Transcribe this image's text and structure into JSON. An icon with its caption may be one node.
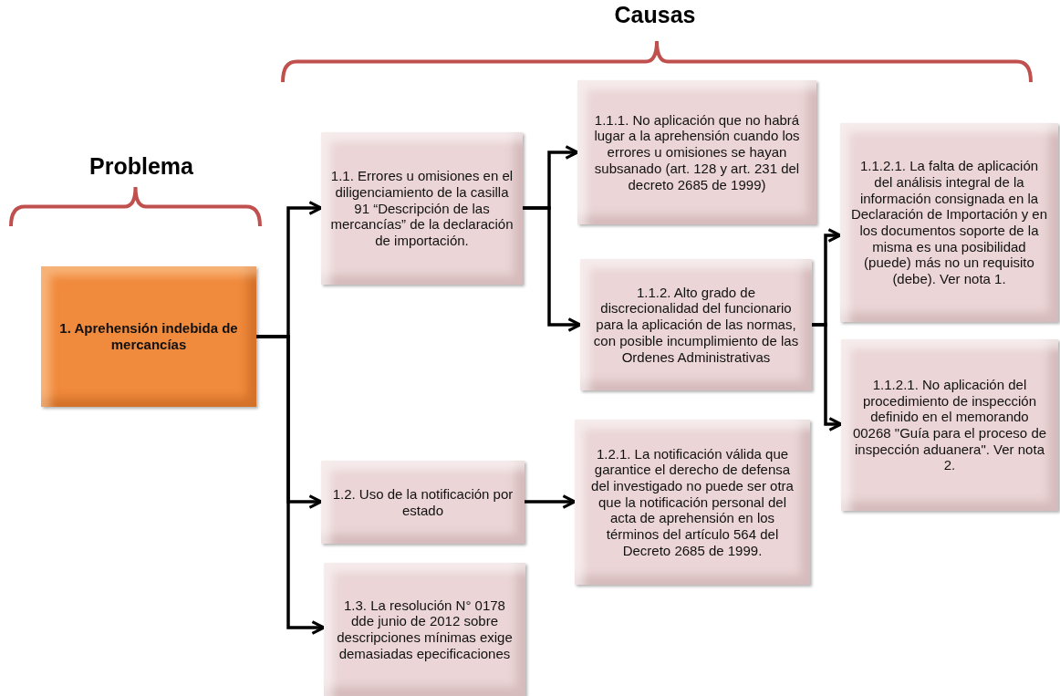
{
  "diagram": {
    "nodes": [
      {
        "text": [
          "1. Aprehensión indebida de mercancías"
        ]
      },
      {
        "text": [
          "1.1. Errores u omisiones en el diligenciamiento de la casilla 91 “Descripción de las mercancías” de la declaración de importación."
        ]
      },
      {
        "text": [
          "1.1.1. No aplicación que  no habrá lugar a la aprehensión cuando los errores u omisiones se hayan subsanado (art. 128 y art. 231 del decreto 2685 de 1999)"
        ]
      },
      {
        "text": [
          "1.1.2. Alto grado de discrecionalidad del funcionario para la aplicación de las normas, con posible incumplimiento de las Ordenes Administrativas"
        ]
      },
      {
        "text": [
          "1.1.2.1. La falta de aplicación del análisis integral de la información consignada en la Declaración de Importación y en los documentos soporte de la misma es una posibilidad (puede) más no un requisito (debe).  Ver nota 1."
        ]
      },
      {
        "text": [
          "1.1.2.1. No aplicación del procedimiento de inspección definido en el  memorando 00268 \"Guía para el proceso de inspección aduanera\". Ver nota 2."
        ]
      },
      {
        "text": [
          "1.2. Uso de la notificación por estado"
        ]
      },
      {
        "text": [
          "1.2.1. La notificación válida que garantice el derecho de defensa del investigado no puede ser otra que la notificación personal del acta de aprehensión en los términos del artículo 564 del Decreto 2685 de 1999."
        ]
      },
      {
        "text": [
          "1.3. La resolución N° 0178 dde junio de 2012 sobre descripciones mínimas exige demasiadas epecificaciones"
        ]
      }
    ],
    "edges": [
      {
        "from": 0,
        "to": 1,
        "arrow": "to"
      },
      {
        "from": 0,
        "to": 6,
        "arrow": "to"
      },
      {
        "from": 0,
        "to": 8,
        "arrow": "to"
      },
      {
        "from": 1,
        "to": 2,
        "arrow": "to"
      },
      {
        "from": 1,
        "to": 3,
        "arrow": "to"
      },
      {
        "from": 3,
        "to": 4,
        "arrow": "to"
      },
      {
        "from": 3,
        "to": 5,
        "arrow": "to"
      },
      {
        "from": 6,
        "to": 7,
        "arrow": "to"
      }
    ],
    "labels": [
      "Causas",
      "Problema"
    ]
  }
}
